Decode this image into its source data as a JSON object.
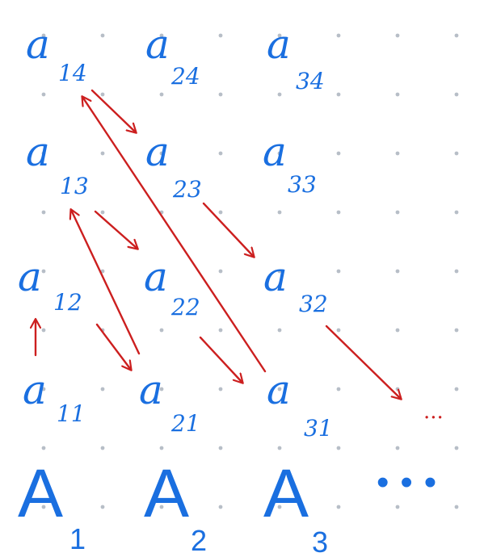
{
  "colors": {
    "ink_blue": "#1a6fe0",
    "ink_red": "#cc1f1f",
    "dot": "#b7bec7"
  },
  "terms": {
    "a14": {
      "base": "a",
      "sub": "14"
    },
    "a24": {
      "base": "a",
      "sub": "24"
    },
    "a34": {
      "base": "a",
      "sub": "34"
    },
    "a13": {
      "base": "a",
      "sub": "13"
    },
    "a23": {
      "base": "a",
      "sub": "23"
    },
    "a33": {
      "base": "a",
      "sub": "33"
    },
    "a12": {
      "base": "a",
      "sub": "12"
    },
    "a22": {
      "base": "a",
      "sub": "22"
    },
    "a32": {
      "base": "a",
      "sub": "32"
    },
    "a11": {
      "base": "a",
      "sub": "11"
    },
    "a21": {
      "base": "a",
      "sub": "21"
    },
    "a31": {
      "base": "a",
      "sub": "31"
    }
  },
  "sets": {
    "A1": {
      "base": "A",
      "sub": "1"
    },
    "A2": {
      "base": "A",
      "sub": "2"
    },
    "A3": {
      "base": "A",
      "sub": "3"
    }
  },
  "continuation": {
    "row_dots": "...",
    "set_dots": "•••"
  }
}
